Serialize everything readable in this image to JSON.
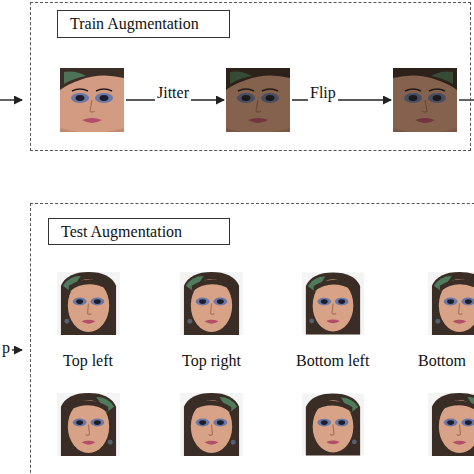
{
  "diagram": {
    "nodes": [
      {
        "text": [
          "Train Augmentation"
        ]
      },
      {
        "text": [
          "Test Augmentation"
        ]
      }
    ],
    "labels": [
      "Jitter",
      "Flip",
      "p",
      "Top left",
      "Top right",
      "Bottom left",
      "Bottom"
    ]
  }
}
